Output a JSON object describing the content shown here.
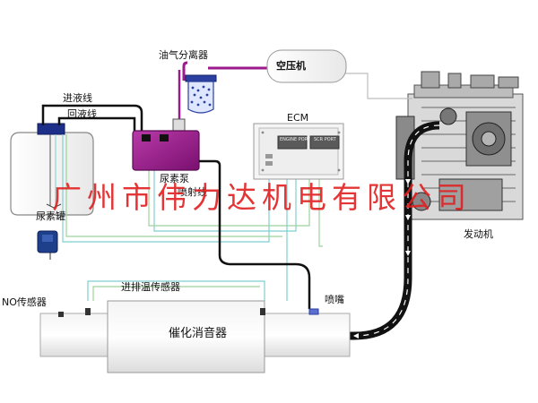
{
  "labels": {
    "oil_separator": "油气分离器",
    "air_compressor": "空压机",
    "ecm": "ECM",
    "inlet_line": "进液线",
    "return_line": "回液线",
    "urea_pump": "尿素泵",
    "injection_line": "喷射线",
    "urea_tank": "尿素罐",
    "engine": "发动机",
    "exhaust_temp_sensor": "进排温传感器",
    "nozzle": "喷嘴",
    "nox_sensor": "NO传感器",
    "catalytic_muffler": "催化消音器"
  },
  "ecm_ports": {
    "left": "ENGINE PORT",
    "right": "SCR PORT"
  },
  "watermark": "广州市伟力达机电有限公司",
  "colors": {
    "pump": "#9b1a8c",
    "hose": "#111111",
    "air_line": "#9b1a8c",
    "watermark": "#e02020",
    "wire_cyan": "#7ecfcf",
    "wire_green": "#9cd29c"
  }
}
